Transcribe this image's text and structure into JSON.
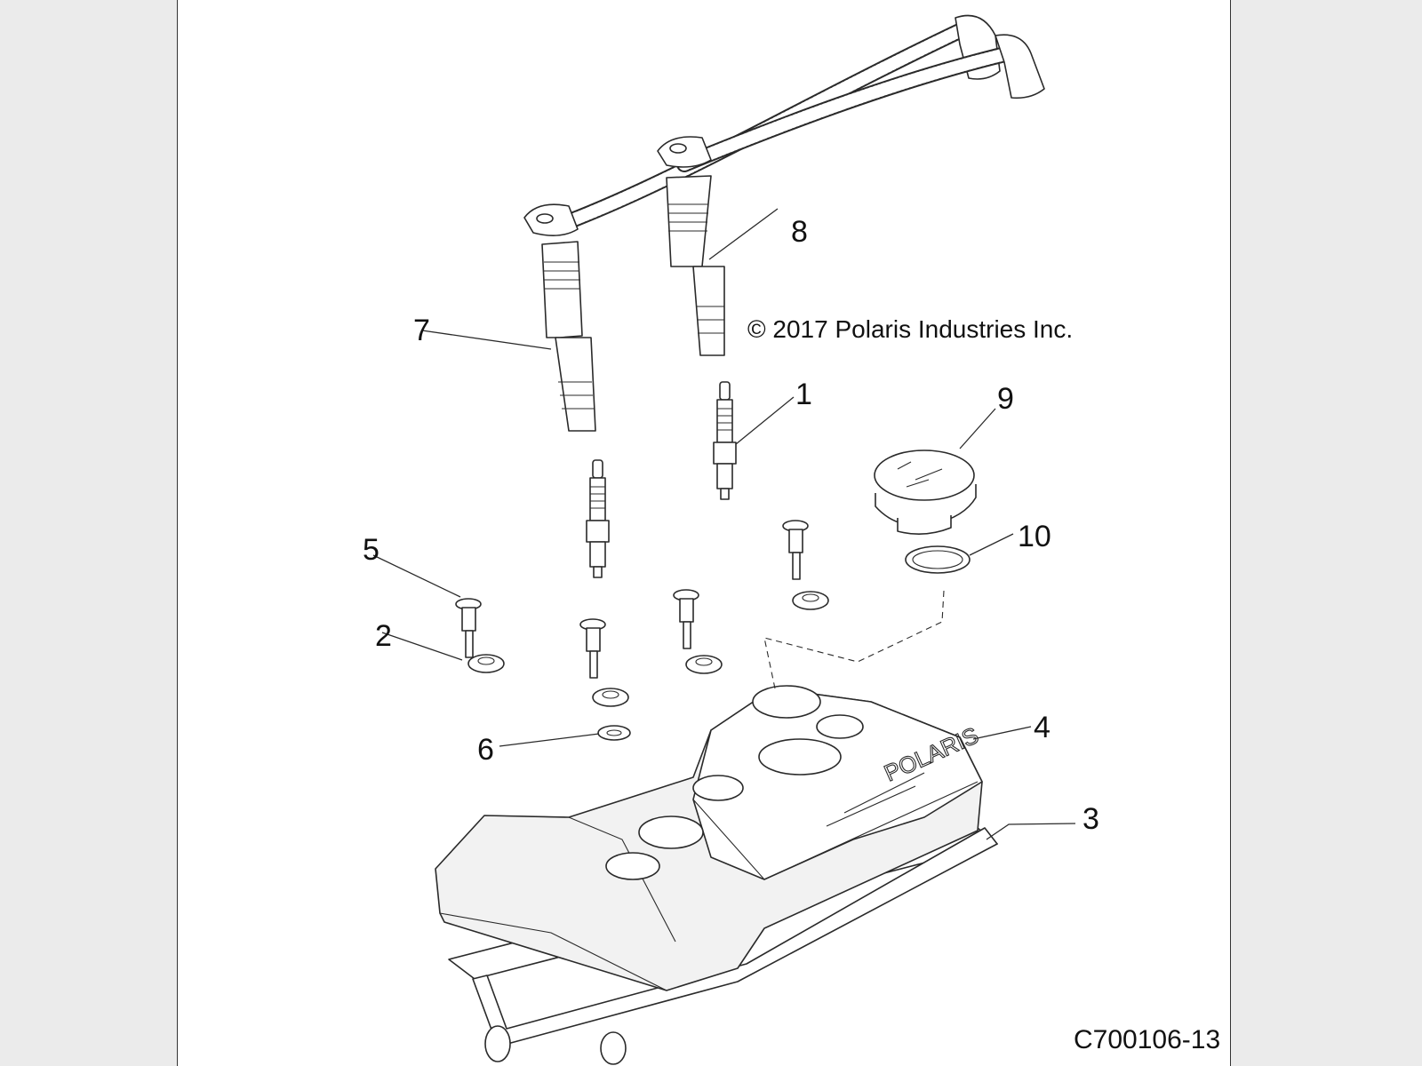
{
  "diagram": {
    "copyright": "© 2017 Polaris Industries Inc.",
    "figure_id": "C700106-13",
    "callouts": [
      "1",
      "2",
      "3",
      "4",
      "5",
      "6",
      "7",
      "8",
      "9",
      "10"
    ]
  }
}
